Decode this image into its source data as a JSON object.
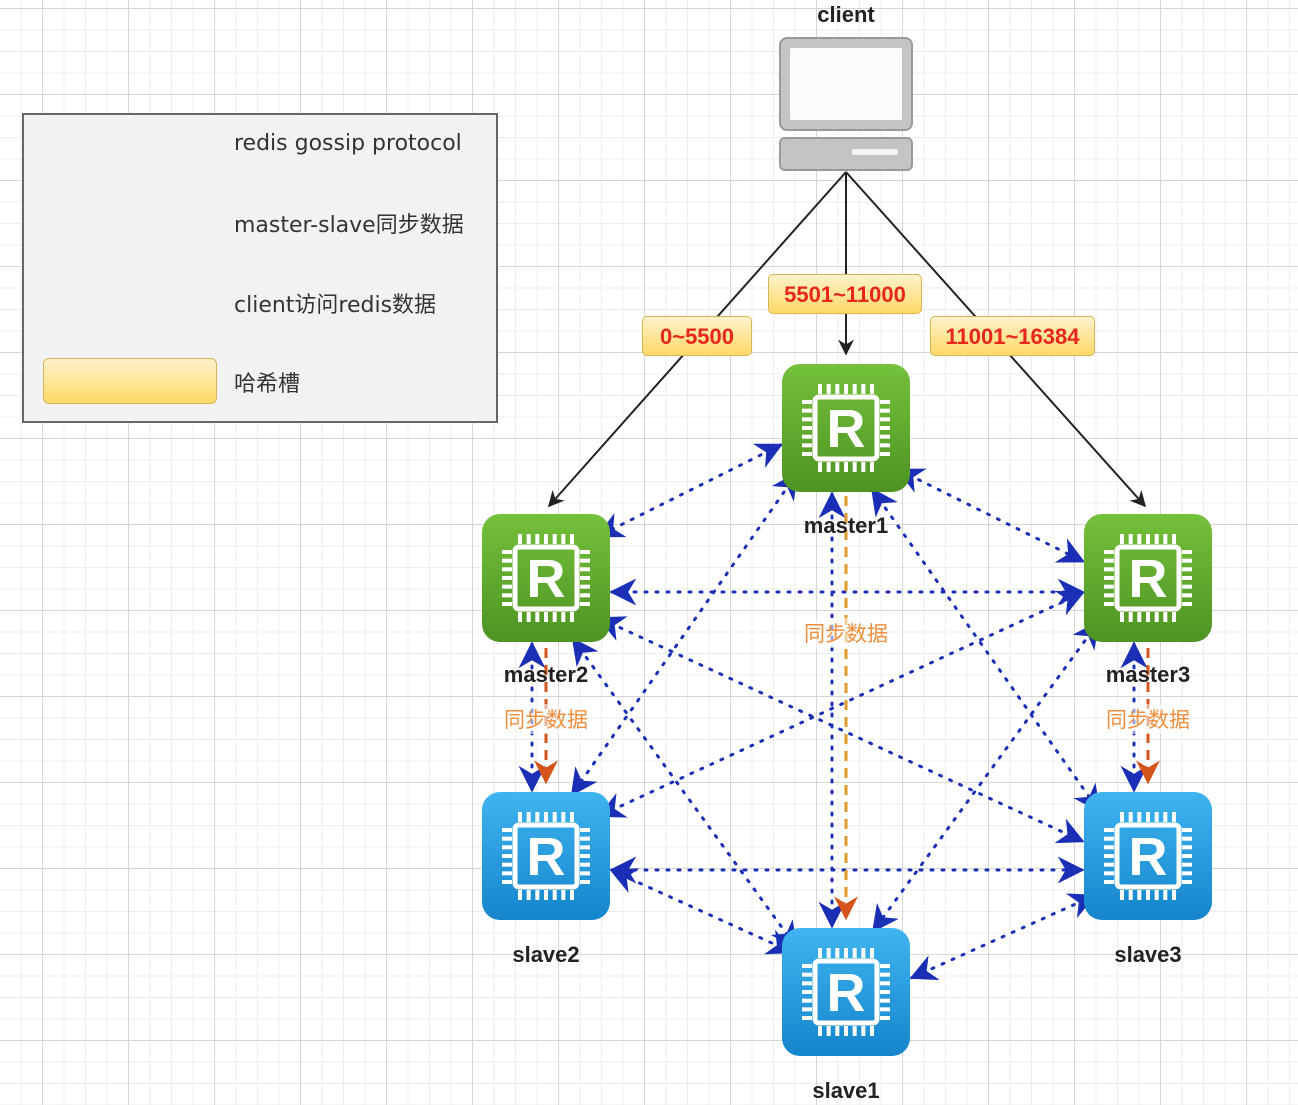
{
  "legend": {
    "gossip": "redis gossip protocol",
    "sync": "master-slave同步数据",
    "client_access": "client访问redis数据",
    "hash_slot": "哈希槽"
  },
  "client": {
    "label": "client"
  },
  "slots": {
    "master2": "0~5500",
    "master1": "5501~11000",
    "master3": "11001~16384"
  },
  "nodes": {
    "master1": "master1",
    "master2": "master2",
    "master3": "master3",
    "slave1": "slave1",
    "slave2": "slave2",
    "slave3": "slave3"
  },
  "node_glyph": "R",
  "sync_labels": {
    "master1_slave1": "同步数据",
    "master2_slave2": "同步数据",
    "master3_slave3": "同步数据"
  },
  "colors": {
    "master": "#5aa52b",
    "slave": "#1c9ae0",
    "gossip": "#1a2fb5",
    "sync": "#d4541a",
    "client_line": "#222222",
    "slot_text": "#e8261b"
  },
  "icons": {
    "client": "computer-icon",
    "node": "redis-chip-icon"
  }
}
